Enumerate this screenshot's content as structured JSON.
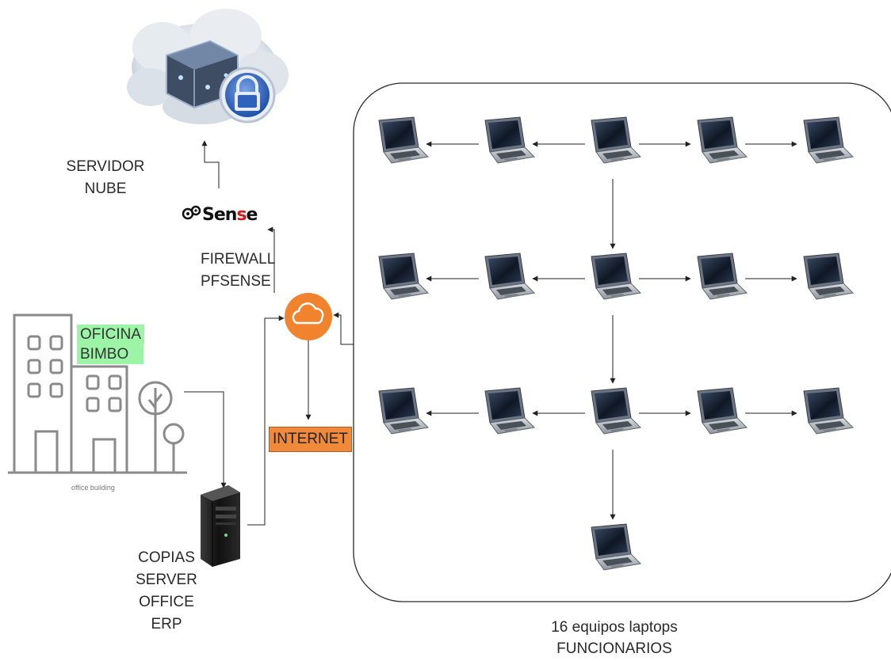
{
  "nodes": {
    "cloud_server": {
      "label_line1": "SERVIDOR",
      "label_line2": "NUBE"
    },
    "firewall": {
      "logo_text_a": "Sen",
      "logo_text_b": "s",
      "logo_text_c": "e",
      "label_line1": "FIREWALL",
      "label_line2": "PFSENSE"
    },
    "office": {
      "tag_line1": "OFICINA",
      "tag_line2": "BIMBO",
      "caption": "office building"
    },
    "internet": {
      "label": "INTERNET"
    },
    "local_server": {
      "label_line1": "COPIAS",
      "label_line2": "SERVER",
      "label_line3": "OFFICE",
      "label_line4": "ERP"
    },
    "laptop_group": {
      "caption_line1": "16 equipos laptops",
      "caption_line2": "FUNCIONARIOS",
      "laptop_count": 16
    }
  },
  "icons": {
    "cloud_server": "cloud-lock-icon",
    "firewall_logo": "pfsense-logo",
    "office": "office-building-icon",
    "router": "cloud-router-icon",
    "server": "server-tower-icon",
    "laptop": "laptop-icon"
  },
  "colors": {
    "office_tag": "#9cf5a6",
    "internet_tag": "#f08a3a",
    "router": "#f1822e",
    "pfsense_accent": "#d11b1b"
  }
}
